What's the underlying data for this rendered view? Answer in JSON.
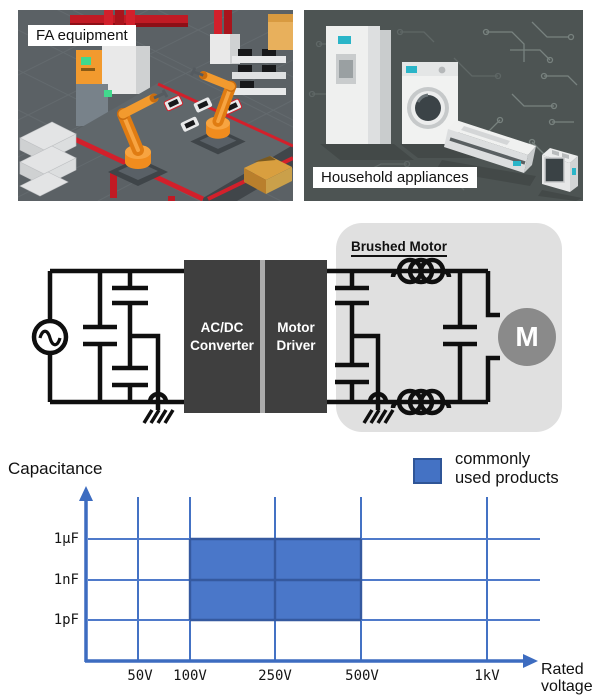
{
  "panels": {
    "fa": {
      "label": "FA equipment"
    },
    "household": {
      "label": "Household appliances"
    }
  },
  "circuit": {
    "converter": {
      "line1": "AC/DC",
      "line2": "Converter"
    },
    "driver": {
      "line1": "Motor",
      "line2": "Driver"
    },
    "brushed": {
      "label": "Brushed Motor",
      "motor_symbol": "M"
    }
  },
  "chart": {
    "ylabel": "Capacitance",
    "xlabel_line1": "Rated",
    "xlabel_line2": "voltage",
    "legend": {
      "line1": "commonly",
      "line2": "used products"
    },
    "x_ticks": [
      "50V",
      "100V",
      "250V",
      "500V",
      "1kV"
    ],
    "y_ticks": [
      "1µF",
      "1nF",
      "1pF"
    ]
  },
  "chart_data": {
    "type": "area",
    "title": "",
    "xlabel": "Rated voltage",
    "ylabel": "Capacitance",
    "x_ticks": [
      "50V",
      "100V",
      "250V",
      "500V",
      "1kV"
    ],
    "y_ticks_bottom_to_top": [
      "1pF",
      "1nF",
      "1µF"
    ],
    "grid": true,
    "legend": {
      "label": "commonly used products",
      "position": "top-right",
      "color": "#4472c4"
    },
    "series": [
      {
        "name": "commonly used products",
        "kind": "highlight-region",
        "x_range": [
          "100V",
          "500V"
        ],
        "y_range": [
          "1pF",
          "1µF"
        ],
        "fill": "#4472c4"
      }
    ]
  },
  "colors": {
    "chart_accent_blue": "#4472c4",
    "chart_region_border": "#2f5597",
    "circuit_block_gray": "#3f3f3f",
    "brushed_panel_gray": "#e0e0e0",
    "motor_circle_gray": "#8a8a8a",
    "panel_label_bg": "#ffffff"
  }
}
